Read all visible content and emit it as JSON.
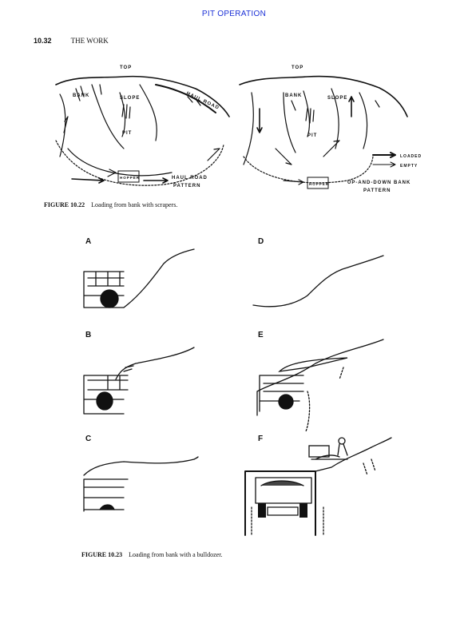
{
  "header": {
    "running_head": "PIT OPERATION"
  },
  "section": {
    "number": "10.32",
    "title": "THE WORK"
  },
  "figure_1022": {
    "left_labels": {
      "top": "TOP",
      "bank": "BANK",
      "slope": "SLOPE",
      "haul_road": "HAUL ROAD",
      "pit": "PIT",
      "hopper": "HOPPER",
      "pattern_line1": "HAUL ROAD",
      "pattern_line2": "PATTERN"
    },
    "right_labels": {
      "top": "TOP",
      "bank": "BANK",
      "slope": "SLOPE",
      "pit": "PIT",
      "hopper": "HOPPER",
      "pattern_line1": "UP-AND-DOWN BANK",
      "pattern_line2": "PATTERN"
    },
    "legend": {
      "loaded": "LOADED",
      "empty": "EMPTY"
    },
    "caption_label": "FIGURE 10.22",
    "caption_text": "Loading from bank with scrapers."
  },
  "figure_1023": {
    "panels": {
      "a": "A",
      "b": "B",
      "c": "C",
      "d": "D",
      "e": "E",
      "f": "F"
    },
    "caption_label": "FIGURE 10.23",
    "caption_text": "Loading from bank with a bulldozer."
  }
}
